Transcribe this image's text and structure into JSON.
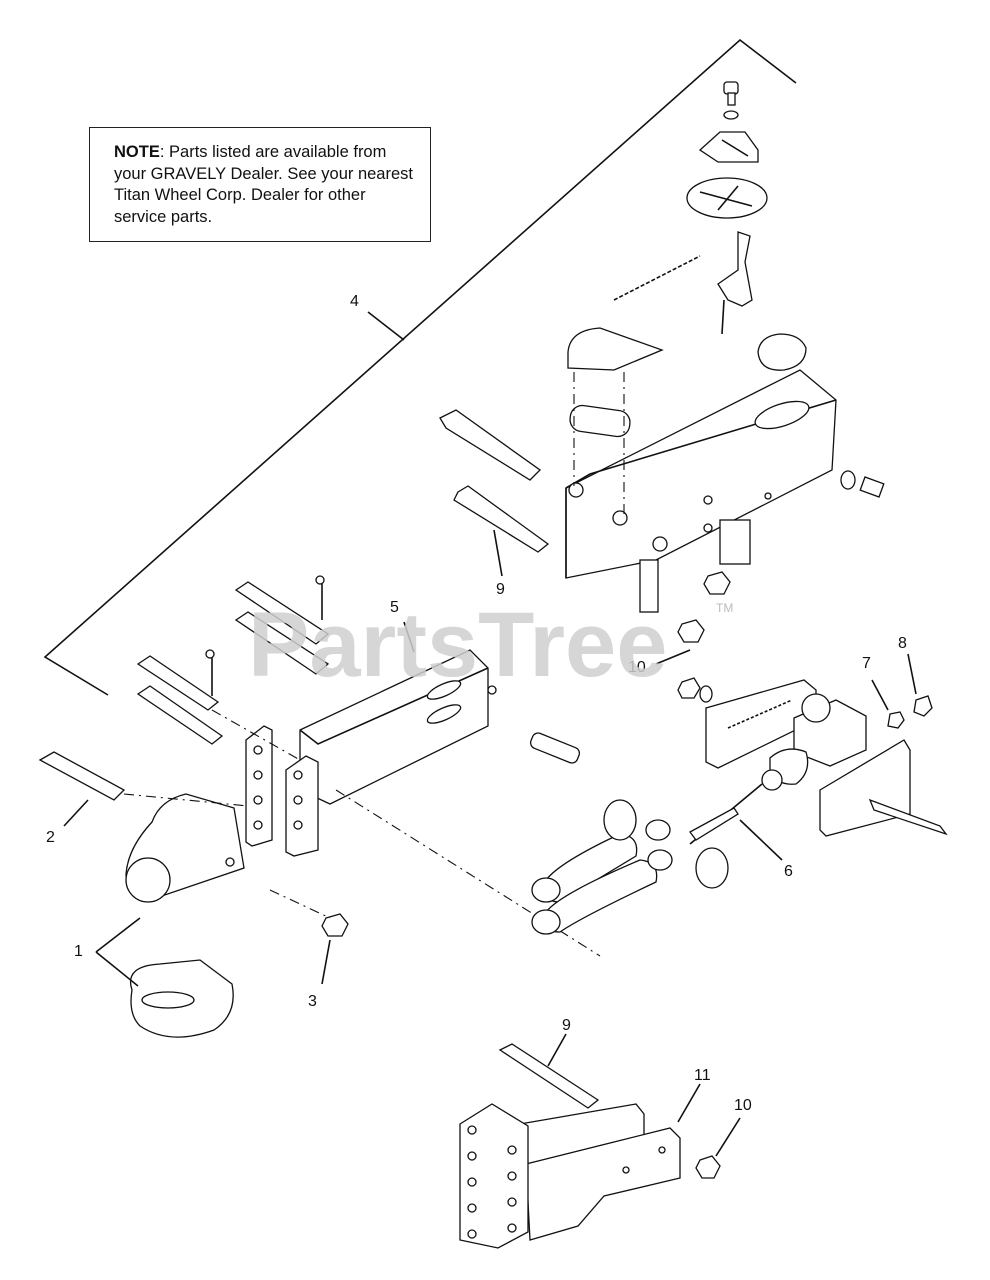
{
  "note": {
    "label": "NOTE",
    "text": ": Parts listed are available from your GRAVELY Dealer. See your nearest Titan Wheel Corp. Dealer for other service parts."
  },
  "watermark": {
    "text": "PartsTree",
    "tm": "TM"
  },
  "callouts": [
    {
      "id": "c1",
      "text": "1"
    },
    {
      "id": "c2",
      "text": "2"
    },
    {
      "id": "c3",
      "text": "3"
    },
    {
      "id": "c4",
      "text": "4"
    },
    {
      "id": "c5",
      "text": "5"
    },
    {
      "id": "c6",
      "text": "6"
    },
    {
      "id": "c7",
      "text": "7"
    },
    {
      "id": "c8",
      "text": "8"
    },
    {
      "id": "c9a",
      "text": "9"
    },
    {
      "id": "c9b",
      "text": "9"
    },
    {
      "id": "c10a",
      "text": "10"
    },
    {
      "id": "c10b",
      "text": "10"
    },
    {
      "id": "c11",
      "text": "11"
    }
  ]
}
